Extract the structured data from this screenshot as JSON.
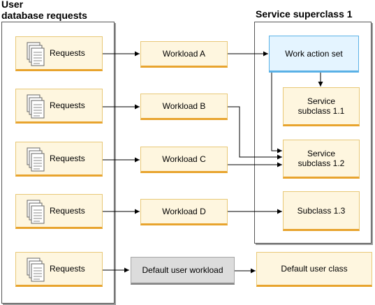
{
  "diagram": {
    "left_group_title": "User\ndatabase requests",
    "right_group_title": "Service superclass 1",
    "requests": [
      {
        "label": "Requests"
      },
      {
        "label": "Requests"
      },
      {
        "label": "Requests"
      },
      {
        "label": "Requests"
      },
      {
        "label": "Requests"
      }
    ],
    "workloads": [
      {
        "label": "Workload A"
      },
      {
        "label": "Workload B"
      },
      {
        "label": "Workload C"
      },
      {
        "label": "Workload D"
      },
      {
        "label": "Default user workload"
      }
    ],
    "work_action_set": "Work action set",
    "subclasses": [
      {
        "label": "Service\nsubclass 1.1"
      },
      {
        "label": "Service\nsubclass 1.2"
      },
      {
        "label": "Subclass 1.3"
      }
    ],
    "default_user_class": "Default user class"
  }
}
